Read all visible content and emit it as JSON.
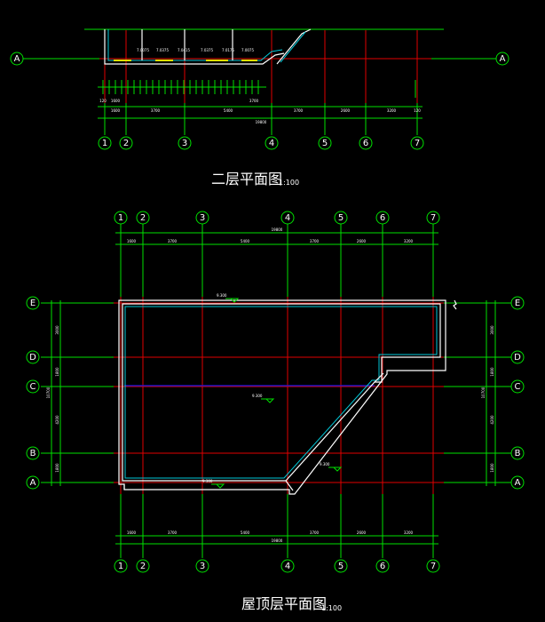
{
  "upper_plan": {
    "title": "二层平面图",
    "scale": "1:100",
    "axis_columns": [
      "1",
      "2",
      "3",
      "4",
      "5",
      "6",
      "7"
    ],
    "axis_rows": [
      "A"
    ],
    "dim_segments": [
      "1600",
      "3700",
      "5400",
      "3700",
      "2600",
      "3200"
    ],
    "dim_total": "19800",
    "dim_end": "120",
    "dim_small": [
      "120",
      "1600"
    ],
    "dim_sub": "3700",
    "elevations": [
      "7.0075",
      "7.0375",
      "7.0415",
      "7.0375",
      "7.0175",
      "7.0075"
    ]
  },
  "roof_plan": {
    "title": "屋顶层平面图",
    "scale": "1:100",
    "axis_columns": [
      "1",
      "2",
      "3",
      "4",
      "5",
      "6",
      "7"
    ],
    "axis_rows": [
      "E",
      "D",
      "C",
      "B",
      "A"
    ],
    "dim_top_segments": [
      "1600",
      "3700",
      "5400",
      "3700",
      "2600",
      "3200"
    ],
    "dim_top_total": "19800",
    "dim_bottom_segments": [
      "1600",
      "3700",
      "5400",
      "3700",
      "2600",
      "3200"
    ],
    "dim_bottom_total": "19800",
    "dim_side_segments": [
      "3000",
      "1800",
      "4200",
      "1800"
    ],
    "dim_side_total": "10700",
    "elevations": [
      "9.300",
      "9.300",
      "9.300",
      "9.300"
    ]
  }
}
